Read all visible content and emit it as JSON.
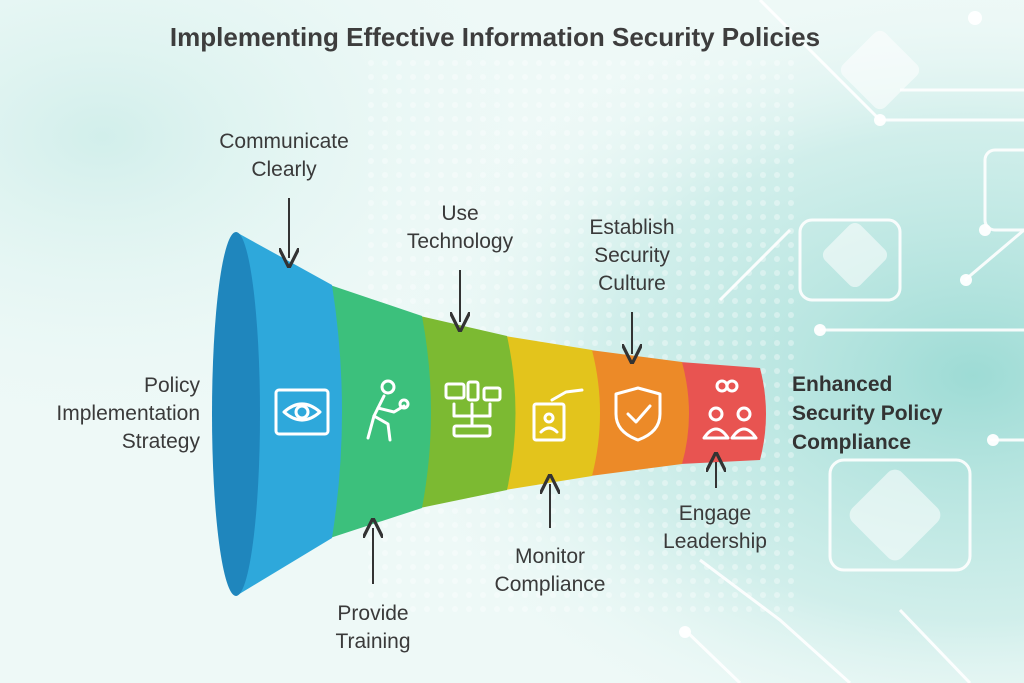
{
  "title": "Implementing Effective Information Security Policies",
  "start_label": "Policy\nImplementation\nStrategy",
  "result_label": "Enhanced\nSecurity Policy\nCompliance",
  "steps": [
    {
      "label": "Communicate\nClearly",
      "color": "#2ea8db",
      "icon": "eye-scan-icon"
    },
    {
      "label": "Provide\nTraining",
      "color": "#3cc07c",
      "icon": "training-figure-icon"
    },
    {
      "label": "Use\nTechnology",
      "color": "#7cba32",
      "icon": "devices-network-icon"
    },
    {
      "label": "Monitor\nCompliance",
      "color": "#e3c41c",
      "icon": "hand-document-icon"
    },
    {
      "label": "Establish\nSecurity\nCulture",
      "color": "#ec8a28",
      "icon": "shield-check-icon"
    },
    {
      "label": "Engage\nLeadership",
      "color": "#e85451",
      "icon": "leadership-people-icon"
    }
  ],
  "colors": {
    "title": "#3d3d3d",
    "text": "#3a3a3a",
    "accent_bg": "#8fd6cf"
  }
}
